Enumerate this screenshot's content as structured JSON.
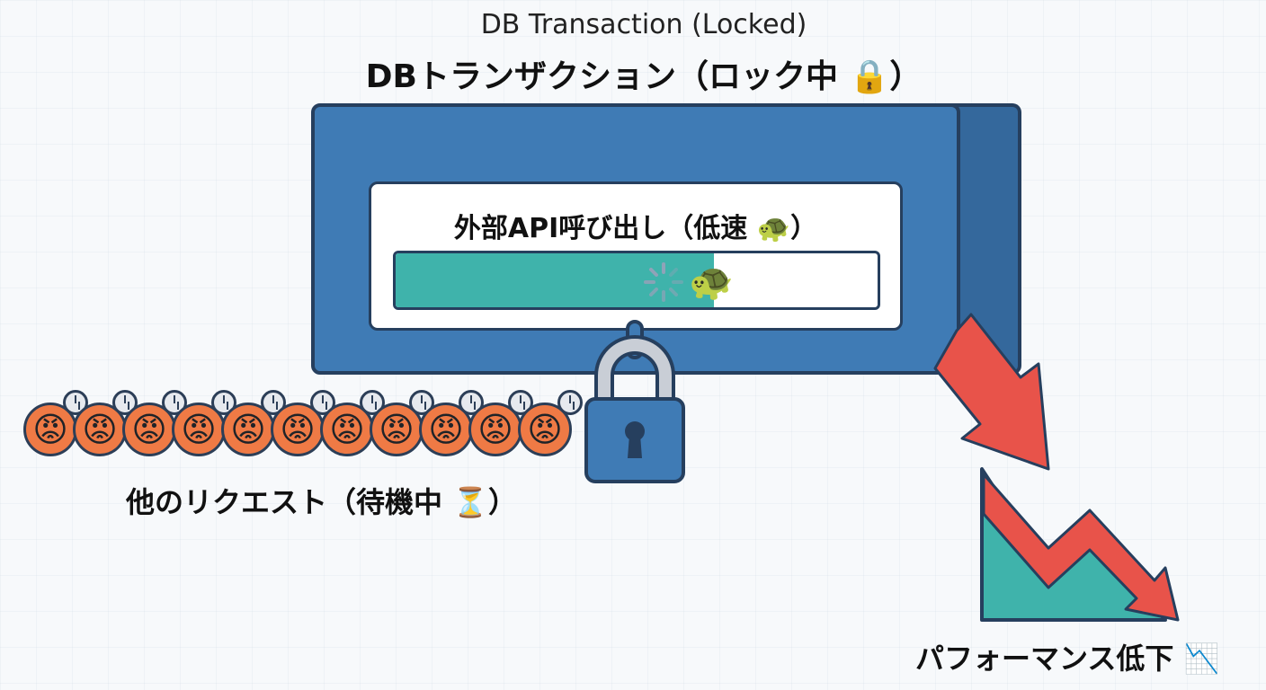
{
  "title": {
    "en": "DB Transaction (Locked)",
    "ja": "DBトランザクション（ロック中",
    "ja_close": "）",
    "emoji": "🔒"
  },
  "api": {
    "label": "外部API呼び出し（低速",
    "label_close": "）",
    "emoji": "🐢",
    "progress_fraction": 0.66
  },
  "queue": {
    "label": "他のリクエスト（待機中",
    "label_close": "）",
    "emoji": "⏳",
    "waiting_count": 11,
    "face_emoji": "😡"
  },
  "performance": {
    "label": "パフォーマンス低下",
    "emoji": "📉"
  },
  "colors": {
    "db_blue": "#3f7bb5",
    "teal": "#3fb3ab",
    "red_arrow": "#e8534a",
    "angry_orange": "#ef7a45",
    "outline": "#263f5e"
  }
}
